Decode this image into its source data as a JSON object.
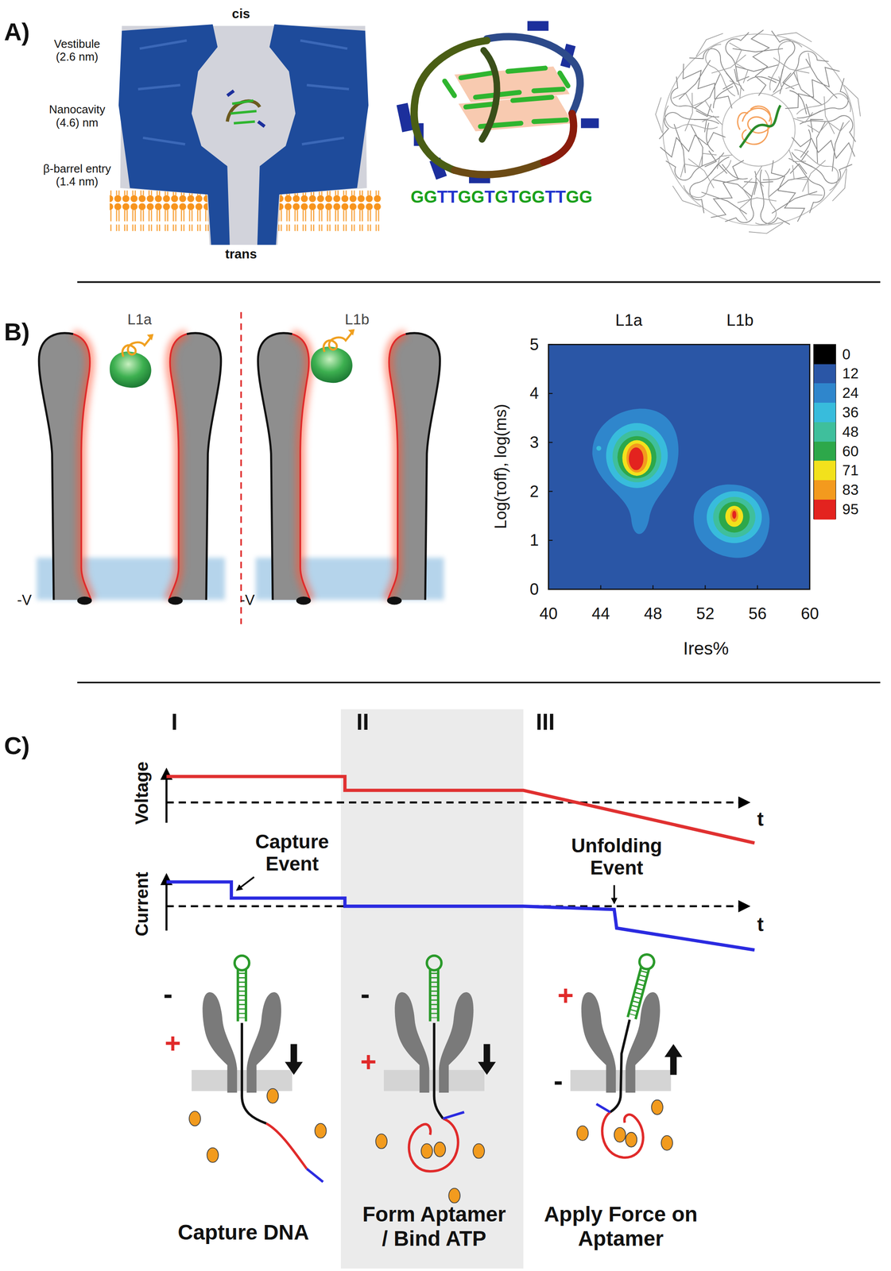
{
  "diagram": {
    "labels": [
      "A)",
      "cis",
      "Vestibule (2.6 nm)",
      "Nanocavity (4.6) nm",
      "β-barrel entry (1.4 nm)",
      "trans",
      "GGTTGGTGTGGTTGG",
      "B)",
      "L1a",
      "L1b",
      "-V",
      "-V",
      "L1a",
      "L1b",
      "5",
      "4",
      "3",
      "2",
      "1",
      "0",
      "40",
      "44",
      "48",
      "52",
      "56",
      "60",
      "Log(τoff), log(ms)",
      "Ires%",
      "C)",
      "I",
      "II",
      "III",
      "Voltage",
      "t",
      "Capture Event",
      "Current",
      "t",
      "Unfolding Event",
      "-",
      "+",
      "-",
      "+",
      "+",
      "-",
      "Capture DNA",
      "Form Aptamer / Bind ATP",
      "Apply Force on Aptamer"
    ],
    "legend": [
      {
        "text": "0",
        "color": "#000000"
      },
      {
        "text": "12",
        "color": "#2a56a6"
      },
      {
        "text": "24",
        "color": "#2f86cc"
      },
      {
        "text": "36",
        "color": "#38bcdc"
      },
      {
        "text": "48",
        "color": "#3fbf9c"
      },
      {
        "text": "60",
        "color": "#2da84a"
      },
      {
        "text": "71",
        "color": "#f2e11c"
      },
      {
        "text": "83",
        "color": "#f39a1e"
      },
      {
        "text": "95",
        "color": "#e3231f"
      }
    ]
  }
}
